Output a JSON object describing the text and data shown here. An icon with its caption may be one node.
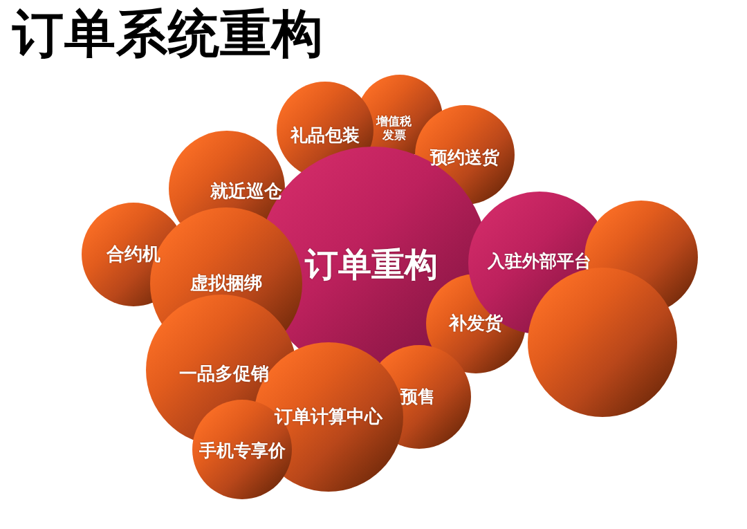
{
  "diagram": {
    "title": "订单系统重构",
    "nodes": [
      {
        "text": [
          "礼品包装"
        ]
      },
      {
        "text": [
          "增值税发票"
        ]
      },
      {
        "text": [
          "预约送货"
        ]
      },
      {
        "text": [
          "就近巡仓"
        ]
      },
      {
        "text": [
          "订单重构"
        ]
      },
      {
        "text": [
          "合约机"
        ]
      },
      {
        "text": [
          "入驻外部平台"
        ]
      },
      {
        "text": [],
        "shape": "circle"
      },
      {
        "text": [
          "虚拟捆绑"
        ]
      },
      {
        "text": [
          "补发货"
        ]
      },
      {
        "text": [],
        "shape": "circle"
      },
      {
        "text": [
          "一品多促销"
        ]
      },
      {
        "text": [
          "预售"
        ]
      },
      {
        "text": [
          "订单计算中心"
        ]
      },
      {
        "text": [
          "手机专享价"
        ]
      }
    ]
  }
}
